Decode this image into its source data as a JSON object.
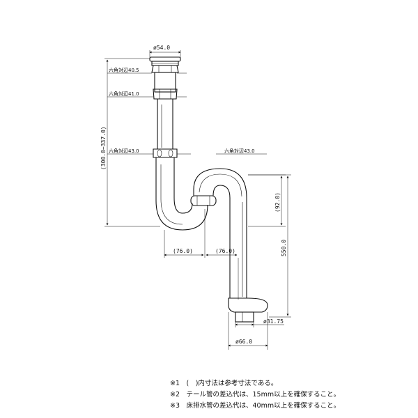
{
  "dimensions": {
    "top_outer_diameter": "ø54.0",
    "hex_40_5": "六角対辺40.5",
    "hex_41_0": "六角対辺41.0",
    "hex_43_0_left": "六角対辺43.0",
    "hex_43_0_right": "六角対辺43.0",
    "height_range": "(300.0~337.0)",
    "trap_depth": "(92.0)",
    "total_height": "550.0",
    "horizontal_left": "(76.0)",
    "horizontal_right": "(76.0)",
    "drain_pipe_diameter": "ø31.75",
    "base_flange_diameter": "ø66.0"
  },
  "notes": [
    "※1　(　)内寸法は参考寸法である。",
    "※2　テール管の差込代は、15mm以上を確保すること。",
    "※3　床排水管の差込代は、40mm以上を確保すること。"
  ]
}
